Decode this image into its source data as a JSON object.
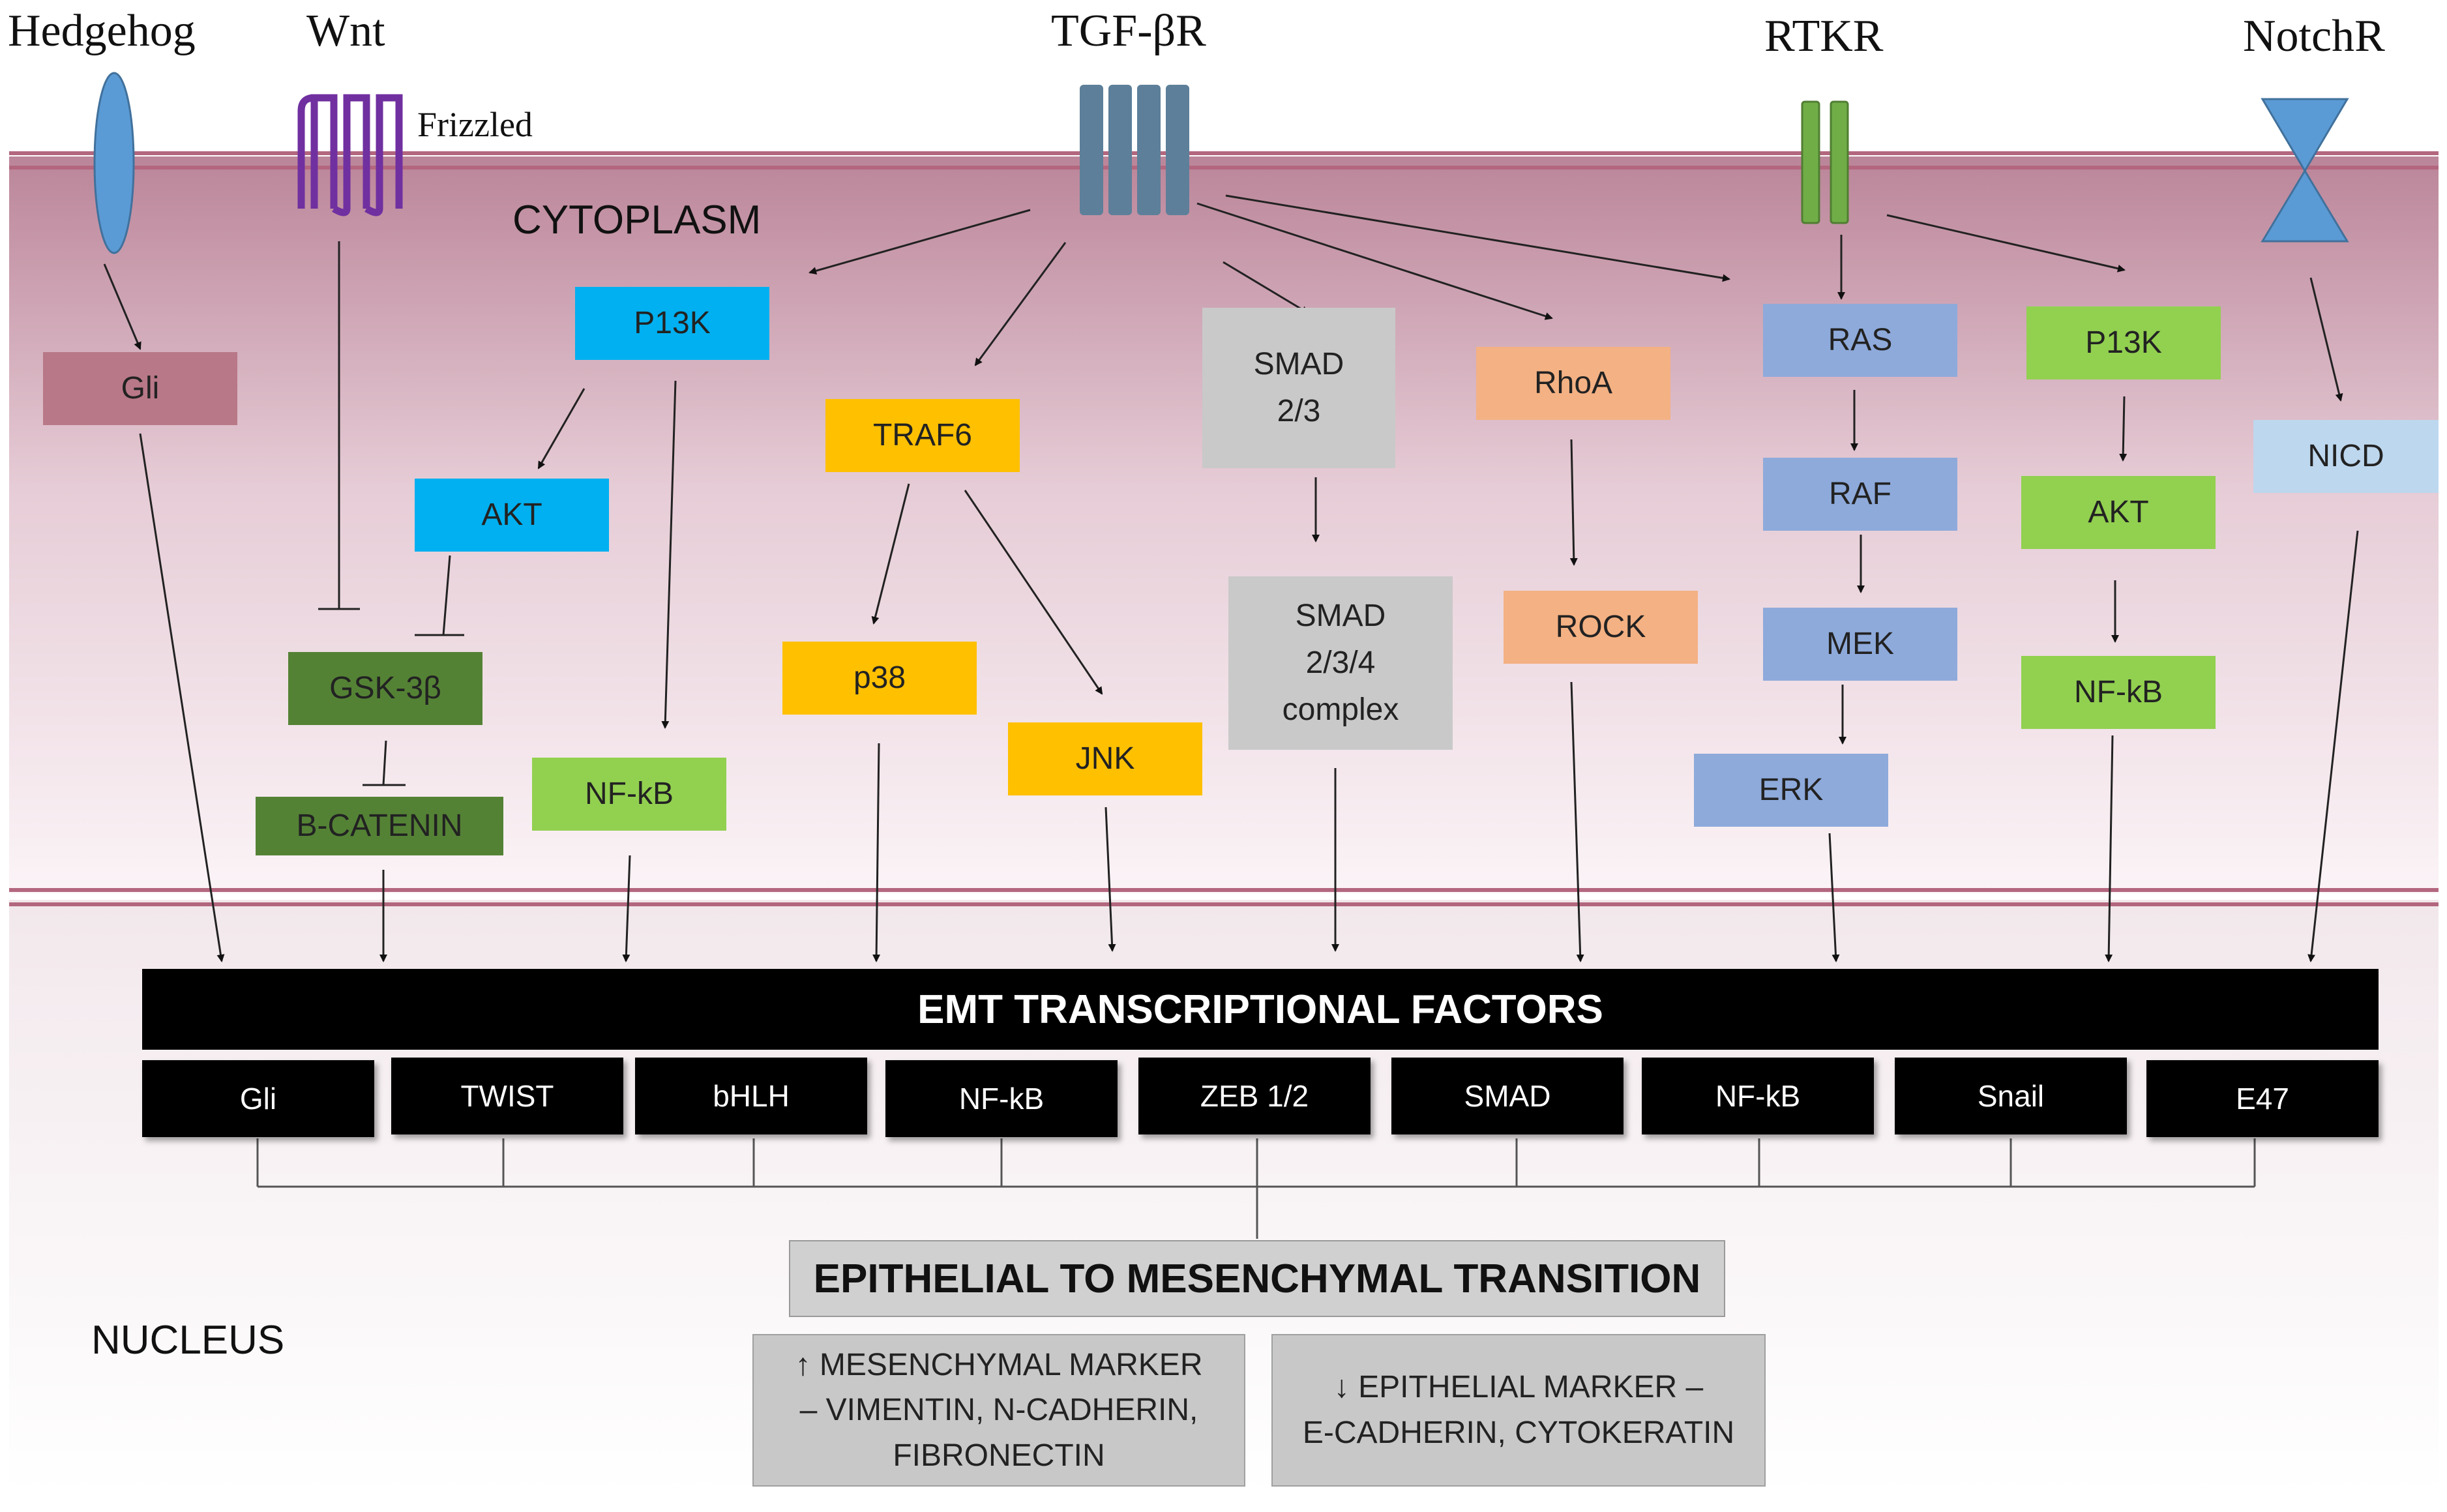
{
  "receptors": {
    "hedgehog": "Hedgehog",
    "wnt": "Wnt",
    "frizzled": "Frizzled",
    "tgfbr": "TGF-βR",
    "rtkr": "RTKR",
    "notchr": "NotchR"
  },
  "regions": {
    "cytoplasm": "CYTOPLASM",
    "nucleus": "NUCLEUS"
  },
  "nodes": {
    "gli": "Gli",
    "pi3k_left": "P13K",
    "akt_left": "AKT",
    "gsk3b": "GSK-3β",
    "bcatenin": "B-CATENIN",
    "nfkb_left": "NF-kB",
    "traf6": "TRAF6",
    "p38": "p38",
    "jnk": "JNK",
    "smad23": "SMAD\n2/3",
    "smad234": "SMAD\n2/3/4\ncomplex",
    "rhoa": "RhoA",
    "rock": "ROCK",
    "ras": "RAS",
    "raf": "RAF",
    "mek": "MEK",
    "erk": "ERK",
    "pi3k_right": "P13K",
    "akt_right": "AKT",
    "nfkb_right": "NF-kB",
    "nicd": "NICD"
  },
  "emt_bar": "EMT TRANSCRIPTIONAL FACTORS",
  "transcription_factors": [
    "Gli",
    "TWIST",
    "bHLH",
    "NF-kB",
    "ZEB 1/2",
    "SMAD",
    "NF-kB",
    "Snail",
    "E47"
  ],
  "emt_title": "EPITHELIAL TO MESENCHYMAL TRANSITION",
  "markers": {
    "mesenchymal": "↑ MESENCHYMAL MARKER\n– VIMENTIN, N-CADHERIN,\nFIBRONECTIN",
    "epithelial": "↓ EPITHELIAL MARKER –\nE-CADHERIN, CYTOKERATIN"
  },
  "colors": {
    "membrane": "#b3677f",
    "gli": "#b87888",
    "cyan": "#00b0f0",
    "dark_green": "#548235",
    "light_green": "#92d050",
    "yellow": "#ffc000",
    "grey": "#c9c9c9",
    "salmon": "#f4b183",
    "periwinkle": "#8eaadb",
    "light_blue": "#bdd7ee",
    "hedgehog": "#5b9bd5",
    "frizzled": "#7030a0",
    "tgfbr": "#5d7f99",
    "rtkr": "#70ad47",
    "notch": "#5b9bd5"
  }
}
